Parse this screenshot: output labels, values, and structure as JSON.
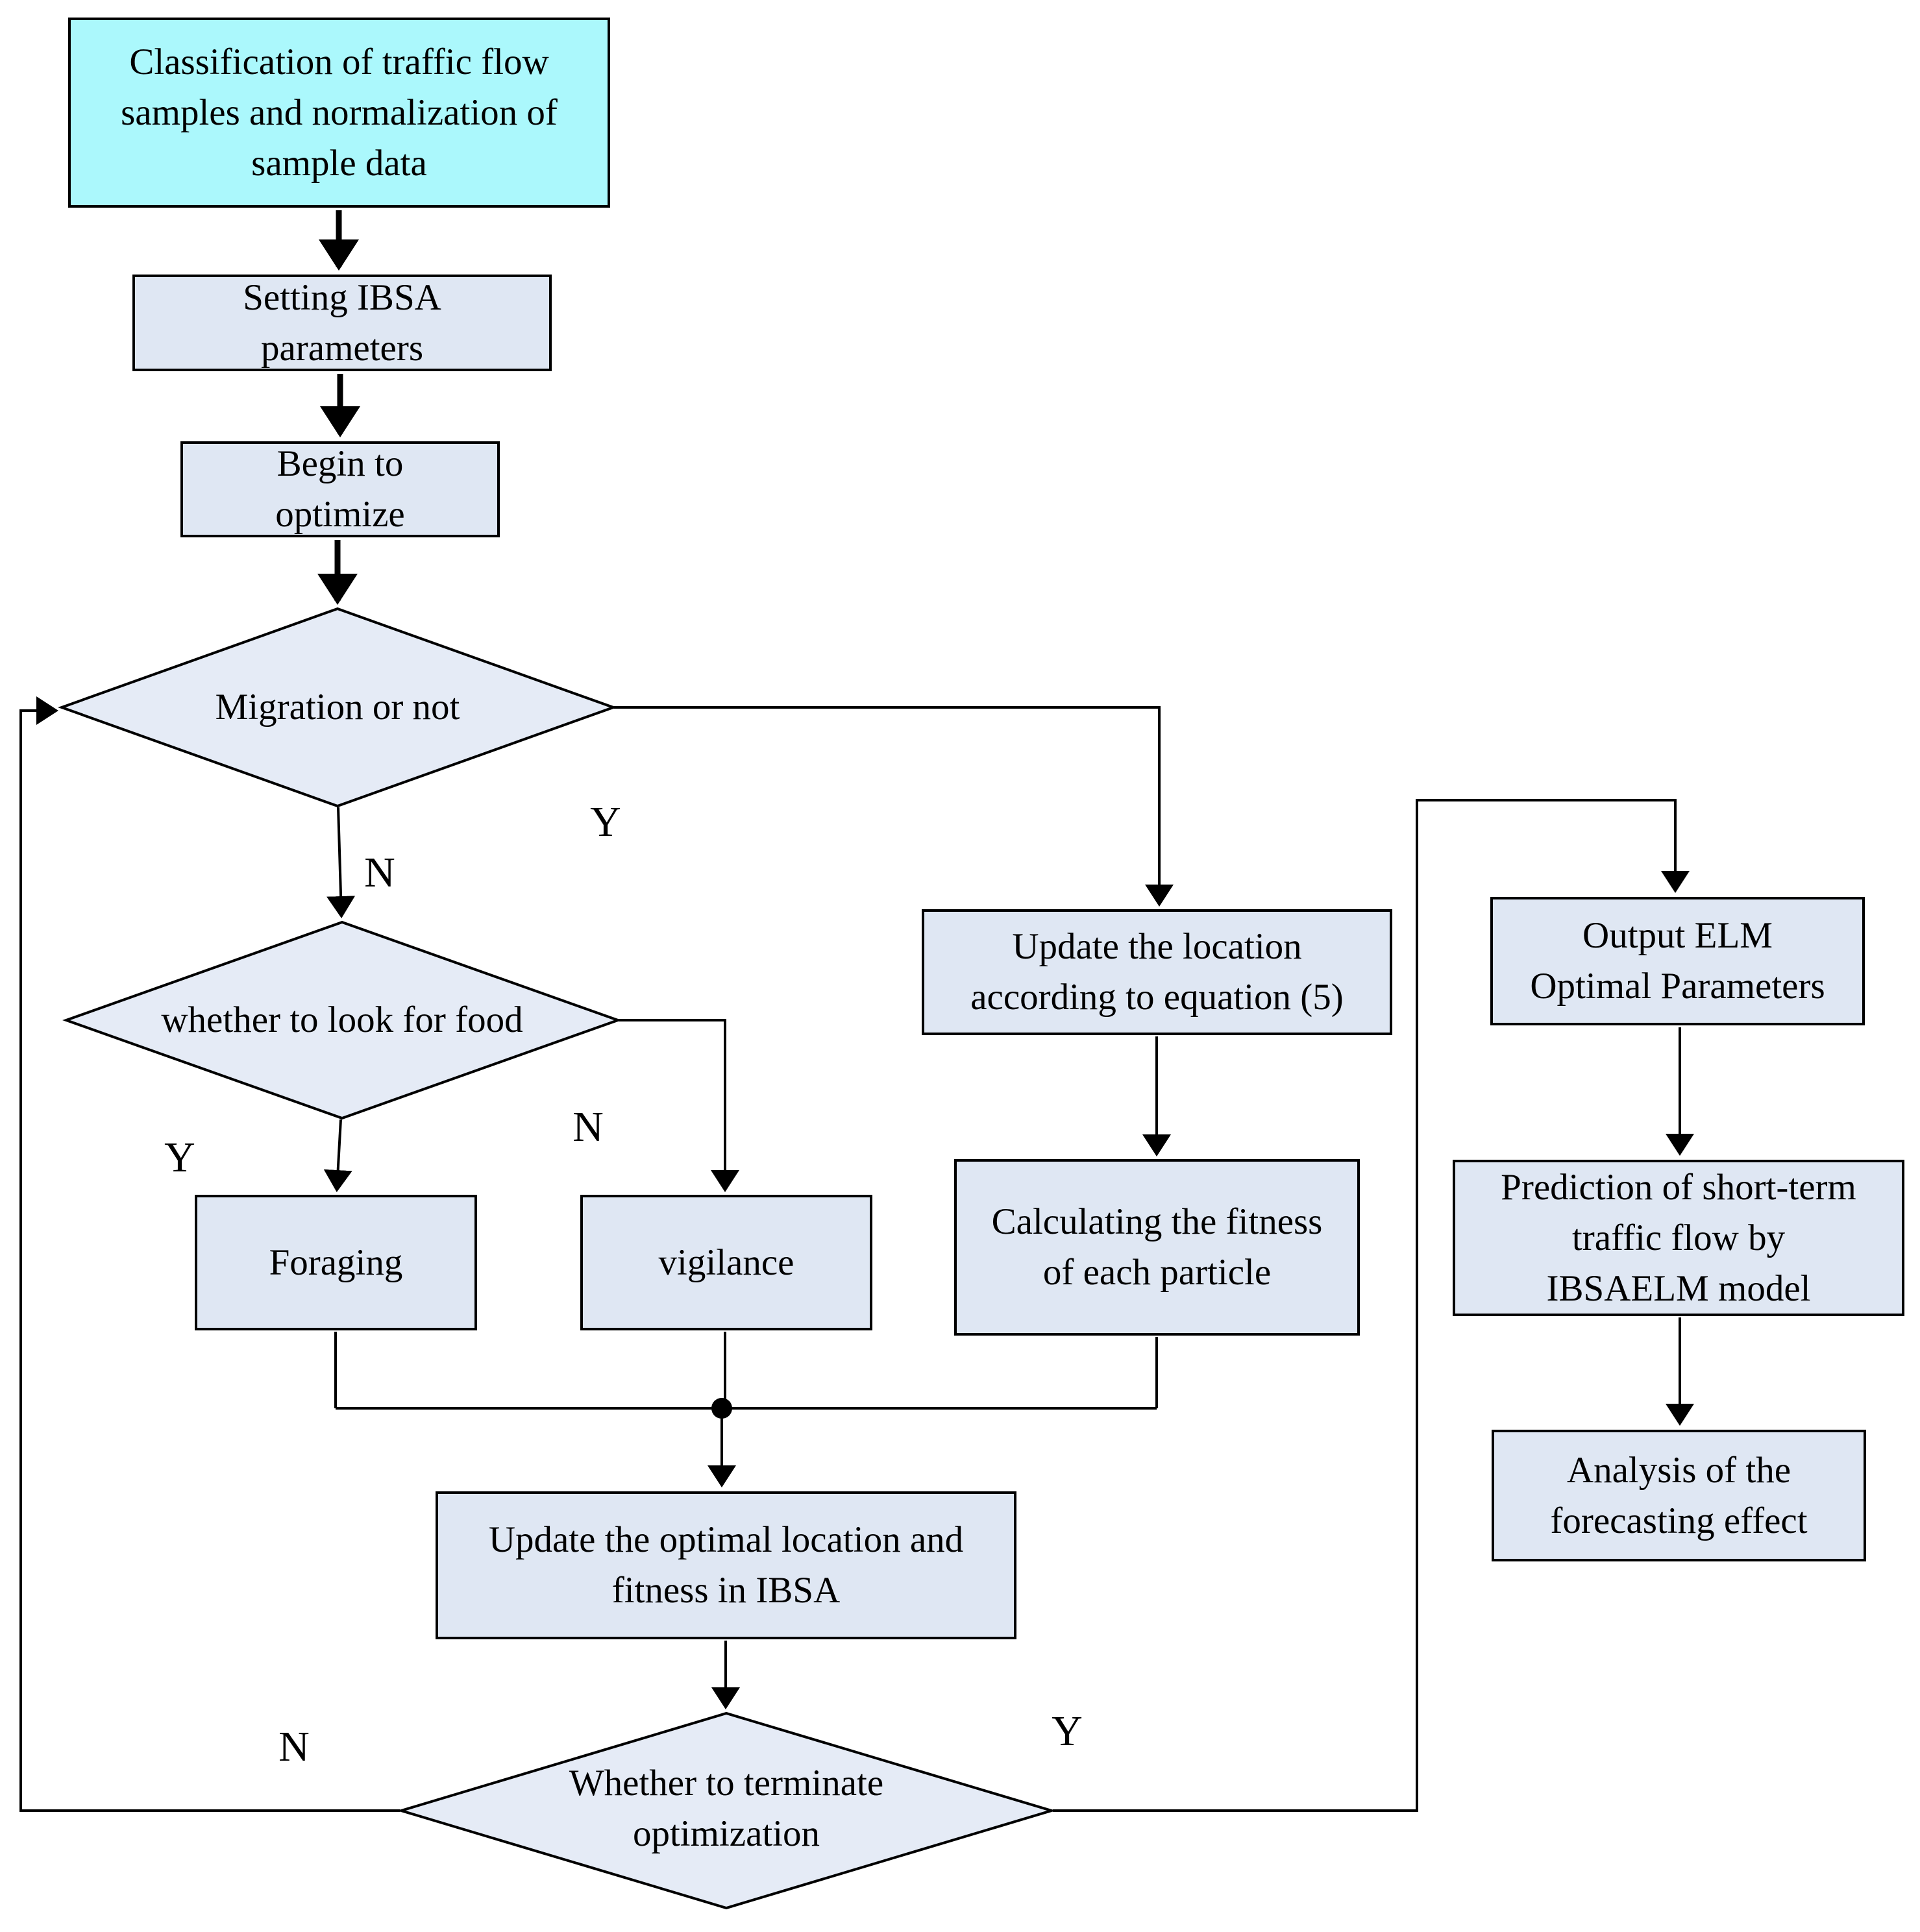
{
  "diagram": {
    "title": "IBSA-ELM short-term traffic flow prediction flowchart",
    "nodes": {
      "classification": "Classification of traffic flow\nsamples and normalization of\nsample data",
      "setting": "Setting IBSA\nparameters",
      "begin": "Begin to\noptimize",
      "migration": "Migration or not",
      "look_for_food": "whether to look for food",
      "foraging": "Foraging",
      "vigilance": "vigilance",
      "update_location": "Update the location\naccording to equation (5)",
      "calc_fitness": "Calculating the fitness\nof each particle",
      "update_optimal": "Update the optimal location and\nfitness in IBSA",
      "terminate": "Whether to terminate\noptimization",
      "output_elm": "Output ELM\nOptimal Parameters",
      "prediction": "Prediction of short-term\ntraffic flow by\nIBSAELM model",
      "analysis": "Analysis of the\nforecasting effect"
    },
    "branch_labels": {
      "migration_n": "N",
      "migration_y": "Y",
      "food_y": "Y",
      "food_n": "N",
      "terminate_n": "N",
      "terminate_y": "Y"
    },
    "colors": {
      "start_fill": "#ABF8FC",
      "process_fill": "#DFE7F3",
      "decision_fill": "#E5EBF6",
      "stroke": "#000000"
    }
  }
}
